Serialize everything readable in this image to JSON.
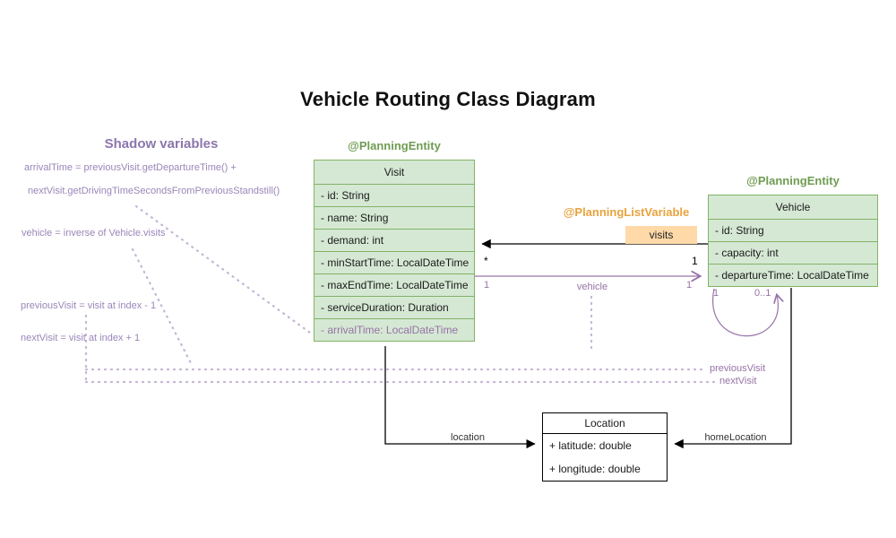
{
  "title": "Vehicle Routing Class Diagram",
  "colors": {
    "class_fill": "#d5e8d4",
    "class_border": "#82b366",
    "annotation_green": "#6f9c52",
    "annotation_orange": "#e8a33d",
    "badge_fill": "#ffd9a8",
    "shadow_purple": "#9673a6",
    "dotted_purple": "#c4b5d6",
    "line_black": "#000000"
  },
  "shadow_panel": {
    "heading": "Shadow variables",
    "notes": [
      "arrivalTime = previousVisit.getDepartureTime() +",
      "nextVisit.getDrivingTimeSecondsFromPreviousStandstill()",
      "vehicle = inverse of Vehicle.visits",
      "previousVisit = visit at index - 1",
      "nextVisit = visit at index + 1"
    ]
  },
  "classes": {
    "visit": {
      "annotation": "@PlanningEntity",
      "name": "Visit",
      "attributes": [
        "- id: String",
        "- name: String",
        "- demand: int",
        "- minStartTime: LocalDateTime",
        "- maxEndTime: LocalDateTime",
        "- serviceDuration: Duration",
        "- arrivalTime: LocalDateTime"
      ]
    },
    "vehicle": {
      "annotation": "@PlanningEntity",
      "name": "Vehicle",
      "attributes": [
        "- id: String",
        "- capacity: int",
        "- departureTime: LocalDateTime"
      ]
    },
    "location": {
      "name": "Location",
      "attributes": [
        "+ latitude: double",
        "+ longitude: double"
      ]
    }
  },
  "planning_list": {
    "annotation": "@PlanningListVariable",
    "badge": "visits"
  },
  "edges": {
    "visits": {
      "target_multiplicity": "*",
      "source_multiplicity": "1"
    },
    "vehicle": {
      "label": "vehicle",
      "source_multiplicity": "1",
      "target_multiplicity": "1"
    },
    "self_loop": {
      "left_multiplicity": "1",
      "right_multiplicity": "0..1"
    },
    "previous_visit": {
      "label": "previousVisit"
    },
    "next_visit": {
      "label": "nextVisit"
    },
    "location": {
      "label": "location"
    },
    "home_location": {
      "label": "homeLocation"
    }
  }
}
